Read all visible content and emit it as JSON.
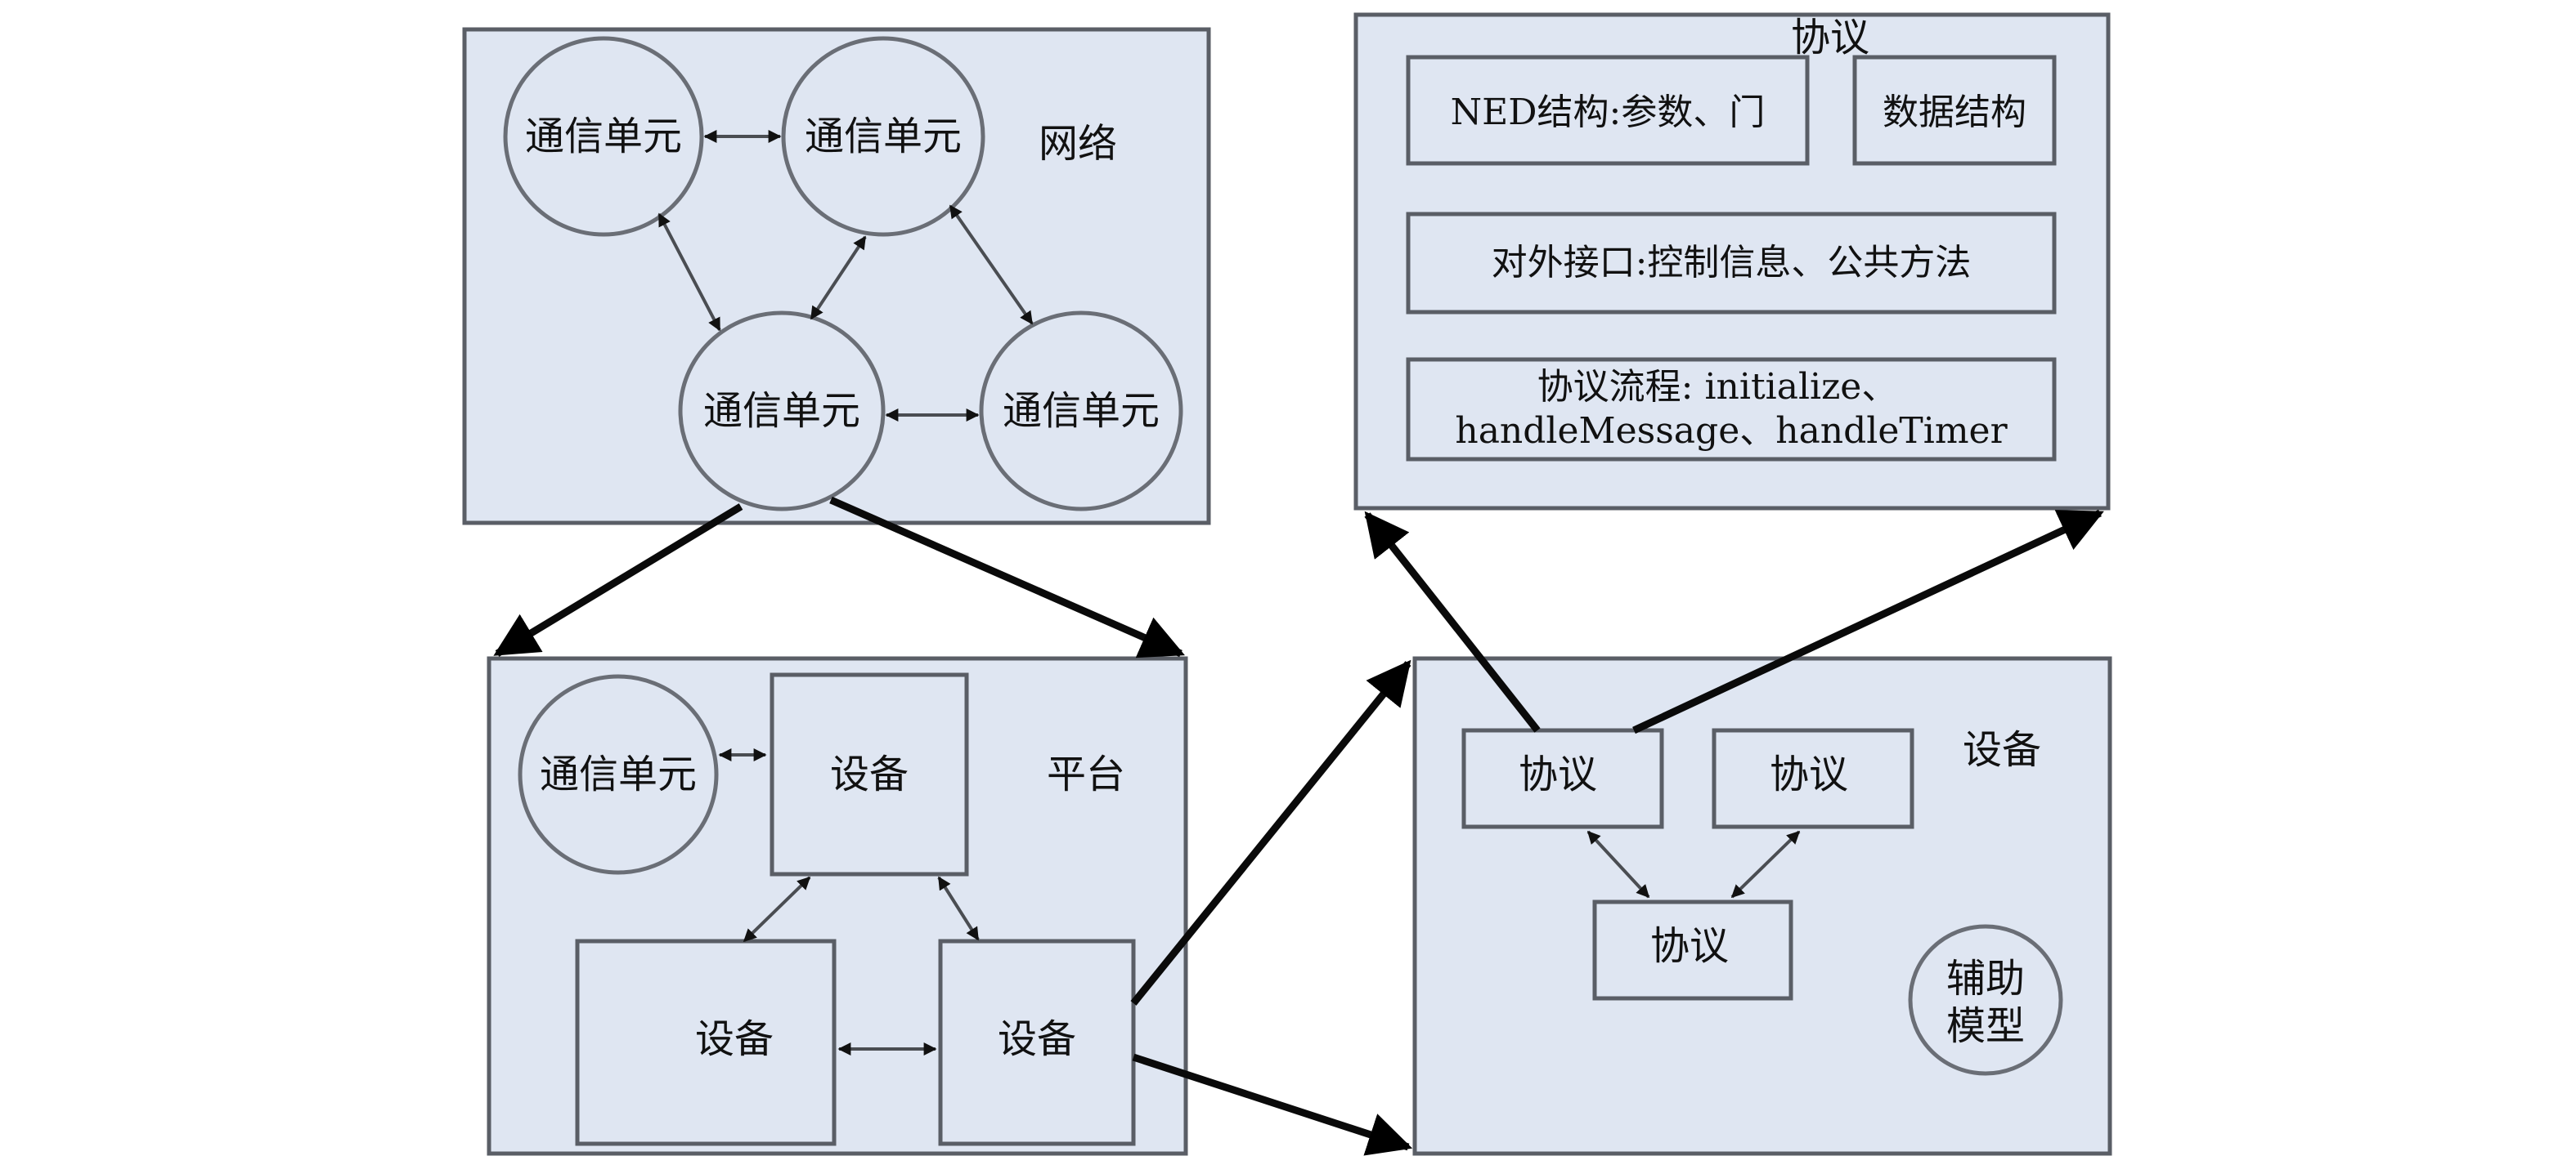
{
  "network_panel": {
    "title": "网络",
    "units": [
      "通信单元",
      "通信单元",
      "通信单元",
      "通信单元"
    ]
  },
  "protocol_panel": {
    "title": "协议",
    "ned_structure": "NED结构:参数、门",
    "data_structure": "数据结构",
    "external_interface": "对外接口:控制信息、公共方法",
    "flow_line1": "协议流程: initialize、",
    "flow_line2": "handleMessage、handleTimer"
  },
  "platform_panel": {
    "title": "平台",
    "comm_unit": "通信单元",
    "devices": [
      "设备",
      "设备",
      "设备"
    ]
  },
  "device_panel": {
    "title": "设备",
    "protocols": [
      "协议",
      "协议",
      "协议"
    ],
    "aux_model_line1": "辅助",
    "aux_model_line2": "模型"
  }
}
